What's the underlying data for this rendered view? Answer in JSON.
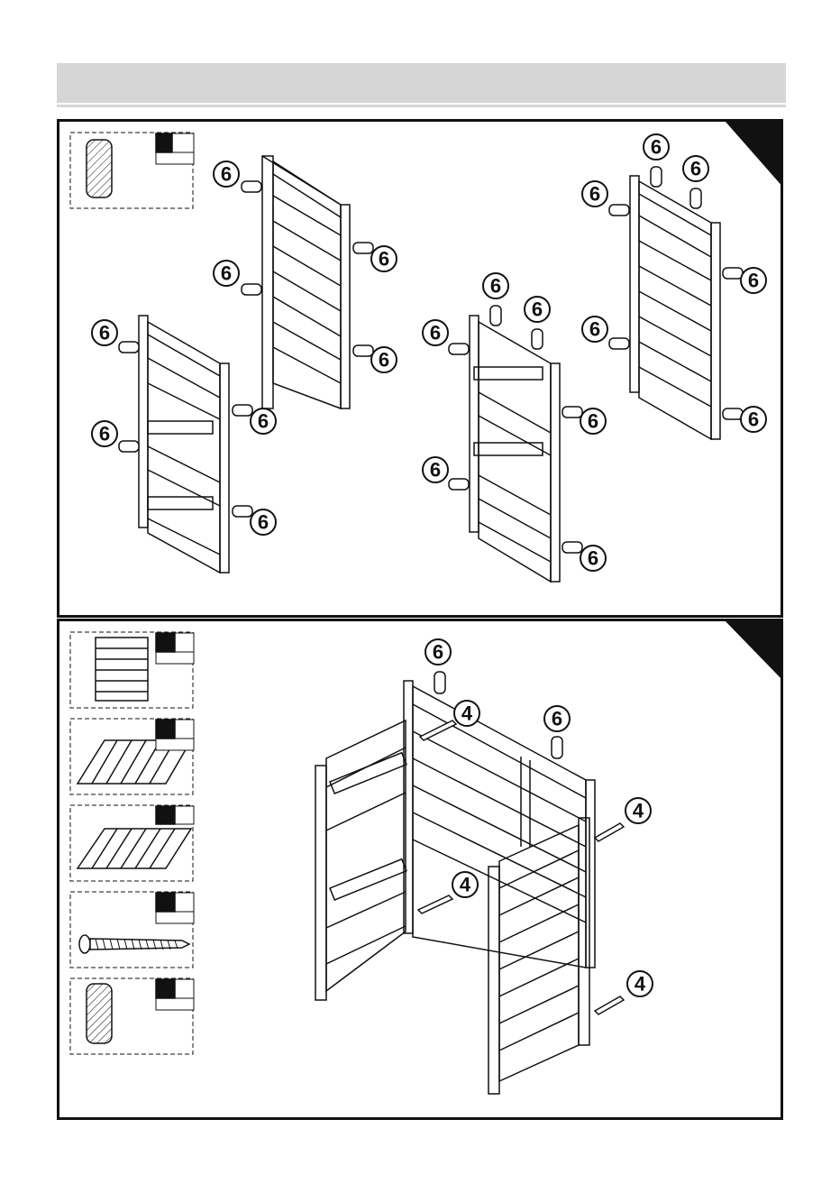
{
  "colors": {
    "ink": "#111111",
    "header": "#d6d6d6",
    "paper": "#ffffff"
  },
  "step1": {
    "dowel_label": "6"
  },
  "step2": {
    "dowel_label": "6",
    "screw_label": "4"
  }
}
